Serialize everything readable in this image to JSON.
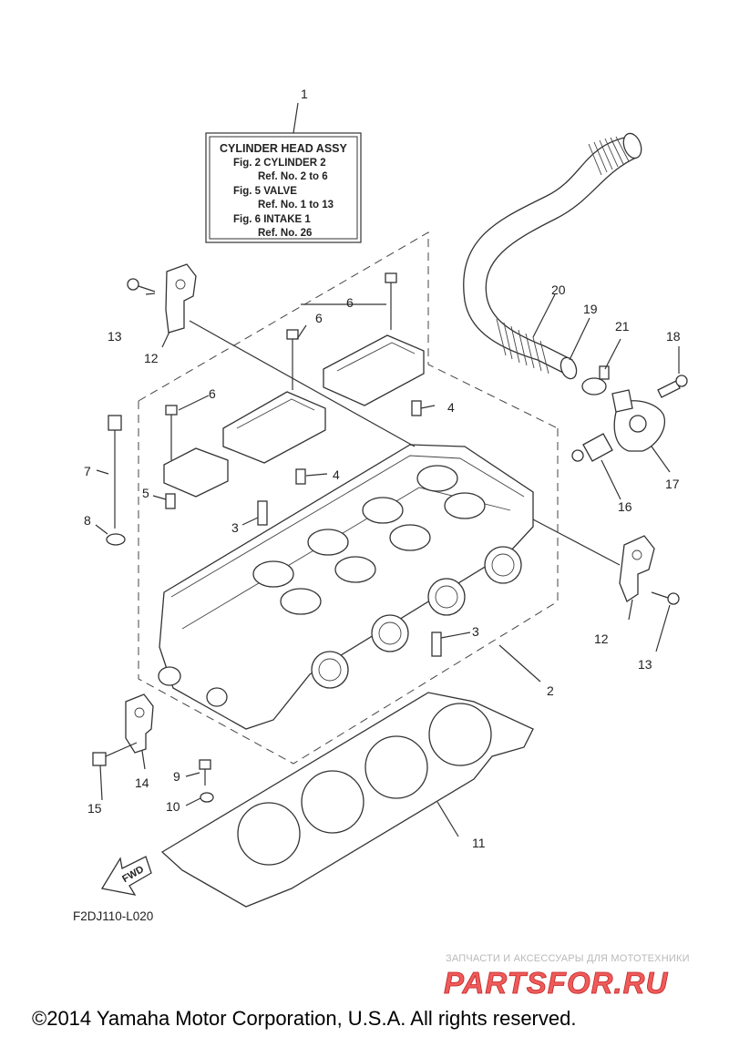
{
  "info_box": {
    "title": "CYLINDER HEAD ASSY",
    "lines": [
      "Fig.  2 CYLINDER 2",
      "Ref. No. 2 to 6",
      "Fig.  5 VALVE",
      "Ref. No. 1 to 13",
      "Fig.  6 INTAKE 1",
      "Ref. No. 26"
    ]
  },
  "callouts": {
    "c1": "1",
    "c2": "2",
    "c3a": "3",
    "c3b": "3",
    "c4a": "4",
    "c4b": "4",
    "c5": "5",
    "c6a": "6",
    "c6b": "6",
    "c6c": "6",
    "c7": "7",
    "c8": "8",
    "c9": "9",
    "c10": "10",
    "c11": "11",
    "c12a": "12",
    "c12b": "12",
    "c13a": "13",
    "c13b": "13",
    "c14": "14",
    "c15": "15",
    "c16": "16",
    "c17": "17",
    "c18": "18",
    "c19": "19",
    "c20": "20",
    "c21": "21"
  },
  "fwd_label": "FWD",
  "diagram_code": "F2DJ110-L020",
  "watermark": {
    "tagline": "ЗАПЧАСТИ И АКСЕССУАРЫ ДЛЯ МОТОТЕХНИКИ",
    "brand": "PARTSFOR.RU"
  },
  "copyright": "©2014 Yamaha Motor Corporation, U.S.A. All rights reserved."
}
